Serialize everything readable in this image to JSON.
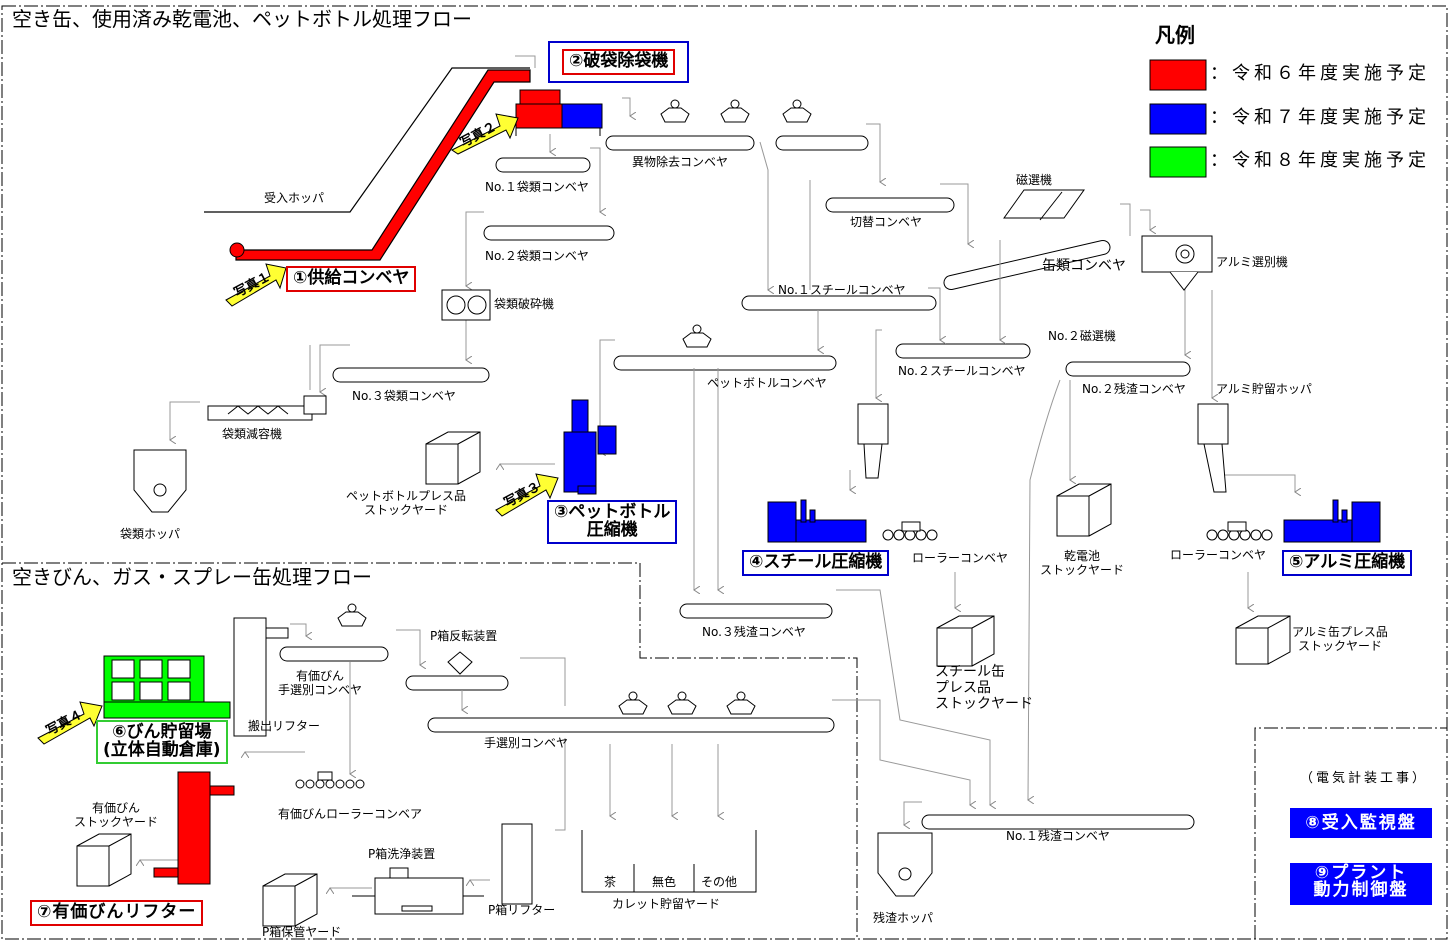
{
  "titles": {
    "can_flow": "空き缶、使用済み乾電池、ペットボトル処理フロー",
    "bottle_flow": "空きびん、ガス・スプレー缶処理フロー"
  },
  "legend": {
    "title": "凡例",
    "items": [
      {
        "label": "：令和６年度実施予定",
        "color": "#ff0000"
      },
      {
        "label": "：令和７年度実施予定",
        "color": "#0000ff"
      },
      {
        "label": "：令和８年度実施予定",
        "color": "#00ff00"
      }
    ]
  },
  "photos": [
    "写真１",
    "写真２",
    "写真３",
    "写真４"
  ],
  "equipment": {
    "e1": "①供給コンベヤ",
    "e2": "②破袋除袋機",
    "e3_line1": "③ペットボトル",
    "e3_line2": "圧縮機",
    "e4": "④スチール圧縮機",
    "e5": "⑤アルミ圧縮機",
    "e6_line1": "⑥びん貯留場",
    "e6_line2": "(立体自動倉庫)",
    "e7": "⑦有価びんリフター"
  },
  "electrical": {
    "label": "（電気計装工事）",
    "e8": "⑧受入監視盤",
    "e9_line1": "⑨プラント",
    "e9_line2": "動力制御盤"
  },
  "labels": {
    "receiving_hopper": "受入ホッパ",
    "bag_conv1": "No.１袋類コンベヤ",
    "bag_conv2": "No.２袋類コンベヤ",
    "bag_crusher": "袋類破砕機",
    "bag_conv3": "No.３袋類コンベヤ",
    "bag_reducer": "袋類減容機",
    "bag_hopper": "袋類ホッパ",
    "foreign_conv": "異物除去コンベヤ",
    "switch_conv": "切替コンベヤ",
    "magnet": "磁選機",
    "can_conv": "缶類コンベヤ",
    "alu_sorter": "アルミ選別機",
    "steel_conv1": "No.１スチールコンベヤ",
    "steel_conv2": "No.２スチールコンベヤ",
    "magnet2": "No.２磁選機",
    "residue_conv2": "No.２残渣コンベヤ",
    "alu_hopper": "アルミ貯留ホッパ",
    "pet_conv": "ペットボトルコンベヤ",
    "pet_yard_l1": "ペットボトルプレス品",
    "pet_yard_l2": "ストックヤード",
    "roller_conv_a": "ローラーコンベヤ",
    "roller_conv_b": "ローラーコンベヤ",
    "battery_l1": "乾電池",
    "battery_l2": "ストックヤード",
    "alu_yard_l1": "アルミ缶プレス品",
    "alu_yard_l2": "ストックヤード",
    "steel_yard_l1": "スチール缶",
    "steel_yard_l2": "プレス品",
    "steel_yard_l3": "ストックヤード",
    "residue_conv3": "No.３残渣コンベヤ",
    "valuable_sort_l1": "有価びん",
    "valuable_sort_l2": "手選別コンベヤ",
    "exit_lifter": "搬出リフター",
    "pbox_flip": "P箱反転装置",
    "hand_sort": "手選別コンベヤ",
    "valuable_roller": "有価びんローラーコンベア",
    "valuable_yard_l1": "有価びん",
    "valuable_yard_l2": "ストックヤード",
    "pbox_wash": "P箱洗浄装置",
    "pbox_lifter": "P箱リフター",
    "pbox_yard": "P箱保管ヤード",
    "cullet_brown": "茶",
    "cullet_clear": "無色",
    "cullet_other": "その他",
    "cullet_yard": "カレット貯留ヤード",
    "residue_conv1": "No.１残渣コンベヤ",
    "residue_hopper": "残渣ホッパ"
  }
}
